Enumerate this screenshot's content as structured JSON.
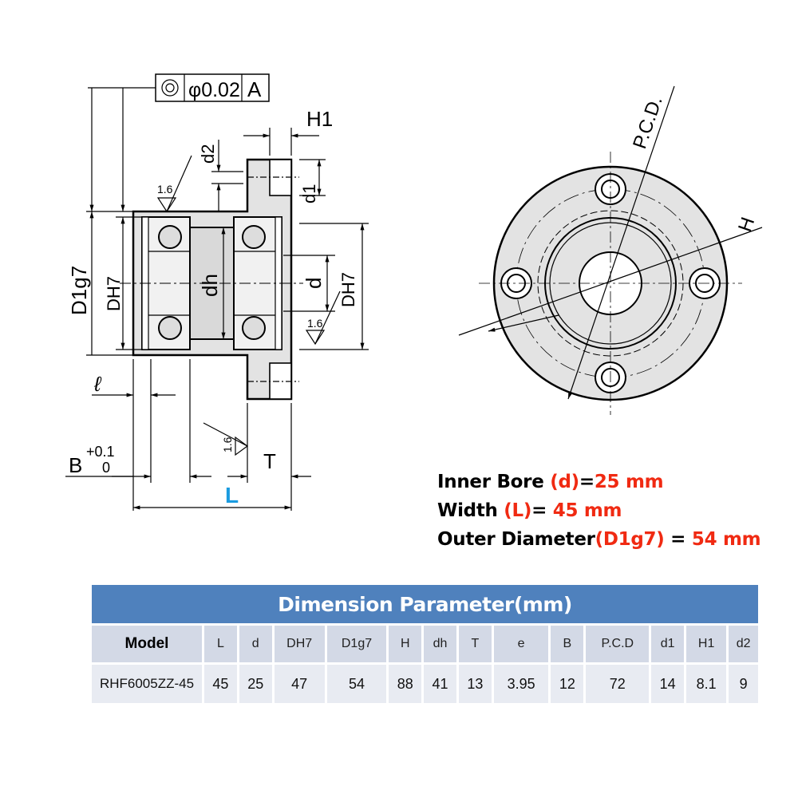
{
  "drawing": {
    "tolerance_symbol": "concentricity",
    "tolerance_value": "φ0.02",
    "tolerance_datum": "A",
    "labels": {
      "H1": "H1",
      "d2": "d2",
      "d1": "d1",
      "roughness": "1.6",
      "D1g7": "D1g7",
      "DH7": "DH7",
      "dh": "dh",
      "d": "d",
      "l": "ℓ",
      "B": "B",
      "B_tol_upper": "+0.1",
      "B_tol_lower": "0",
      "T": "T",
      "L": "L",
      "PCD": "P.C.D.",
      "H": "H"
    },
    "accent_color": "#1a9be0"
  },
  "specs": [
    {
      "label": "Inner Bore ",
      "highlight": "(d)",
      "eq": "=",
      "value": "25 mm"
    },
    {
      "label": "Width ",
      "highlight": "(L)",
      "eq": "= ",
      "value": "45 mm"
    },
    {
      "label": "Outer Diameter",
      "highlight": "(D1g7)",
      "eq": " = ",
      "value": "54 mm"
    }
  ],
  "table": {
    "title": "Dimension Parameter(mm)",
    "headers": [
      "Model",
      "L",
      "d",
      "DH7",
      "D1g7",
      "H",
      "dh",
      "T",
      "e",
      "B",
      "P.C.D",
      "d1",
      "H1",
      "d2"
    ],
    "rows": [
      [
        "RHF6005ZZ-45",
        "45",
        "25",
        "47",
        "54",
        "88",
        "41",
        "13",
        "3.95",
        "12",
        "72",
        "14",
        "8.1",
        "9"
      ]
    ]
  }
}
